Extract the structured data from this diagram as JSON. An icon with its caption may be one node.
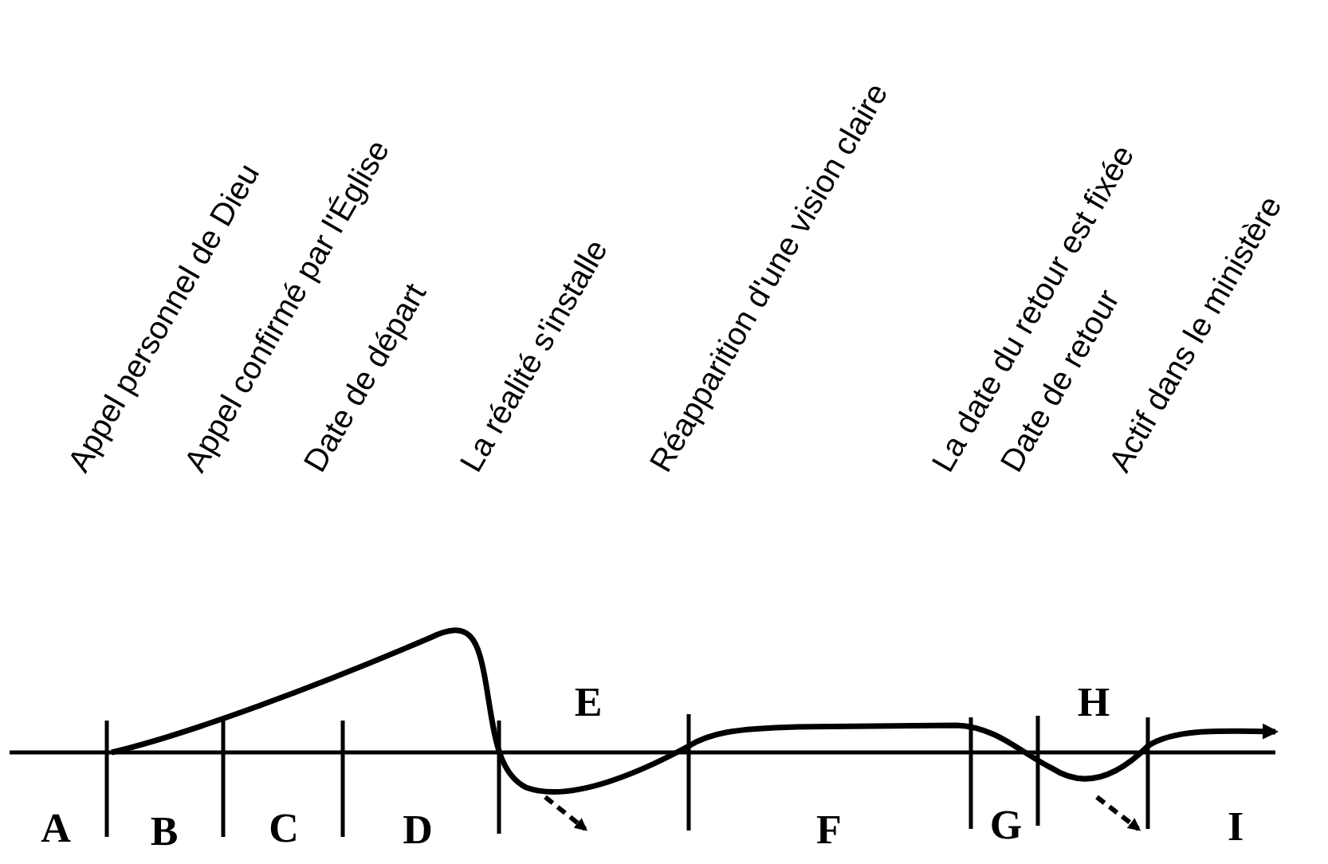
{
  "diagram": {
    "labels": [
      "Appel personnel de Dieu",
      "Appel confirmé par l'Église",
      "Date de départ",
      "La réalité s'installe",
      "Réapparition d'une vision claire",
      "La date du retour est fixée",
      "Date de retour",
      "Actif dans le ministère",
      "E",
      "H",
      "A",
      "B",
      "C",
      "D",
      "F",
      "G",
      "I"
    ]
  }
}
